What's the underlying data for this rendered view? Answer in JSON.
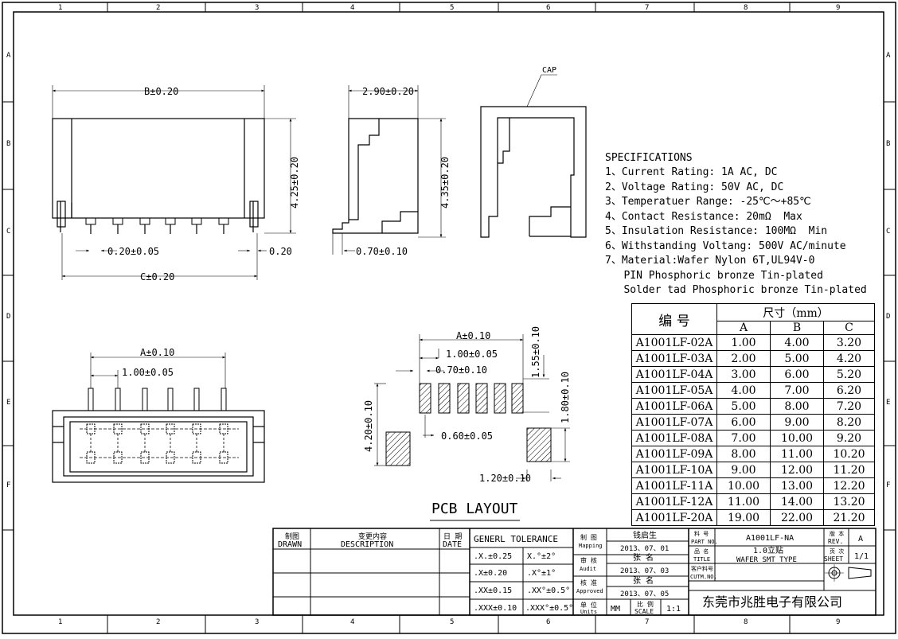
{
  "border": {
    "col_numbers": [
      "1",
      "2",
      "3",
      "4",
      "5",
      "6",
      "7",
      "8",
      "9"
    ],
    "row_letters": [
      "A",
      "B",
      "C",
      "D",
      "E",
      "F"
    ]
  },
  "views": {
    "front": {
      "dim_top": "B±0.20",
      "dim_height": "4.25±0.20",
      "dim_pin": "0.20±0.05",
      "dim_tab": "0.20",
      "dim_bottom": "C±0.20"
    },
    "side": {
      "dim_top": "2.90±0.20",
      "dim_height": "4.35±0.20",
      "dim_bottom": "0.70±0.10"
    },
    "section": {
      "cap_label": "CAP"
    },
    "top": {
      "dim_a": "A±0.10",
      "dim_pitch": "1.00±0.05"
    },
    "pcb": {
      "dim_a": "A±0.10",
      "dim_pitch": "1.00±0.05",
      "dim_pad_w": "0.70±0.10",
      "dim_pad_h": "1.55±0.10",
      "dim_tab_h": "1.80±0.10",
      "dim_total_h": "4.20±0.10",
      "dim_gap": "0.60±0.05",
      "dim_tab_w": "1.20±0.10",
      "title": "PCB LAYOUT"
    }
  },
  "specs": {
    "heading": "SPECIFICATIONS",
    "lines": [
      "1、Current Rating: 1A AC, DC",
      "2、Voltage Rating: 50V AC, DC",
      "3、Temperatuer Range: -25℃～+85℃",
      "4、Contact Resistance: 20mΩ  Max",
      "5、Insulation Resistance: 100MΩ  Min",
      "6、Withstanding Voltang: 500V AC/minute",
      "7、Material:Wafer Nylon 6T,UL94V-0",
      "   PIN Phosphoric bronze Tin-plated",
      "   Solder tad Phosphoric bronze Tin-plated"
    ]
  },
  "dim_table": {
    "col_part": "编  号",
    "col_dims": "尺寸（mm）",
    "sub": [
      "A",
      "B",
      "C"
    ],
    "rows": [
      [
        "A1001LF-02A",
        "1.00",
        "4.00",
        "3.20"
      ],
      [
        "A1001LF-03A",
        "2.00",
        "5.00",
        "4.20"
      ],
      [
        "A1001LF-04A",
        "3.00",
        "6.00",
        "5.20"
      ],
      [
        "A1001LF-05A",
        "4.00",
        "7.00",
        "6.20"
      ],
      [
        "A1001LF-06A",
        "5.00",
        "8.00",
        "7.20"
      ],
      [
        "A1001LF-07A",
        "6.00",
        "9.00",
        "8.20"
      ],
      [
        "A1001LF-08A",
        "7.00",
        "10.00",
        "9.20"
      ],
      [
        "A1001LF-09A",
        "8.00",
        "11.00",
        "10.20"
      ],
      [
        "A1001LF-10A",
        "9.00",
        "12.00",
        "11.20"
      ],
      [
        "A1001LF-11A",
        "10.00",
        "13.00",
        "12.20"
      ],
      [
        "A1001LF-12A",
        "11.00",
        "14.00",
        "13.20"
      ],
      [
        "A1001LF-20A",
        "19.00",
        "22.00",
        "21.20"
      ]
    ]
  },
  "title_block": {
    "drawn_cn": "制图",
    "drawn_en": "DRAWN",
    "desc_cn": "变更内容",
    "desc_en": "DESCRIPTION",
    "date_cn": "日 期",
    "date_en": "DATE",
    "tolerance_title": "GENERL  TOLERANCE",
    "tolerances": [
      [
        ".X.±0.25",
        "X.°±2°"
      ],
      [
        ".X±0.20",
        ".X°±1°"
      ],
      [
        ".XX±0.15",
        ".XX°±0.5°"
      ],
      [
        ".XXX±0.10",
        ".XXX°±0.5°"
      ]
    ],
    "mapping_cn": "制 图",
    "mapping_en": "Mapping",
    "mapping_name": "钱启生",
    "mapping_date": "2013、07、01",
    "audit_cn": "审 核",
    "audit_en": "Audit",
    "audit_name": "张  名",
    "audit_date": "2013、07、03",
    "approved_cn": "核 准",
    "approved_en": "Approved",
    "approved_name": "张  名",
    "approved_date": "2013、07、05",
    "units_cn": "单 位",
    "units_en": "Units",
    "units_val": "MM",
    "scale_cn": "比 例",
    "scale_en": "SCALE",
    "scale_val": "1:1",
    "partno_cn": "料 号",
    "partno_en": "PART NO.",
    "partno_val": "A1001LF-NA",
    "title_cn": "品 名",
    "title_en": "TITLE",
    "title_val_1": "1.0立贴",
    "title_val_2": "WAFER SMT TYPE",
    "cust_cn": "客户料号",
    "cust_en": "CUTM.NO.",
    "rev_cn": "版 本",
    "rev_en": "REV.",
    "rev_val": "A",
    "sheet_cn": "页 次",
    "sheet_en": "SHEET",
    "sheet_val": "1/1",
    "company": "东莞市兆胜电子有限公司"
  }
}
